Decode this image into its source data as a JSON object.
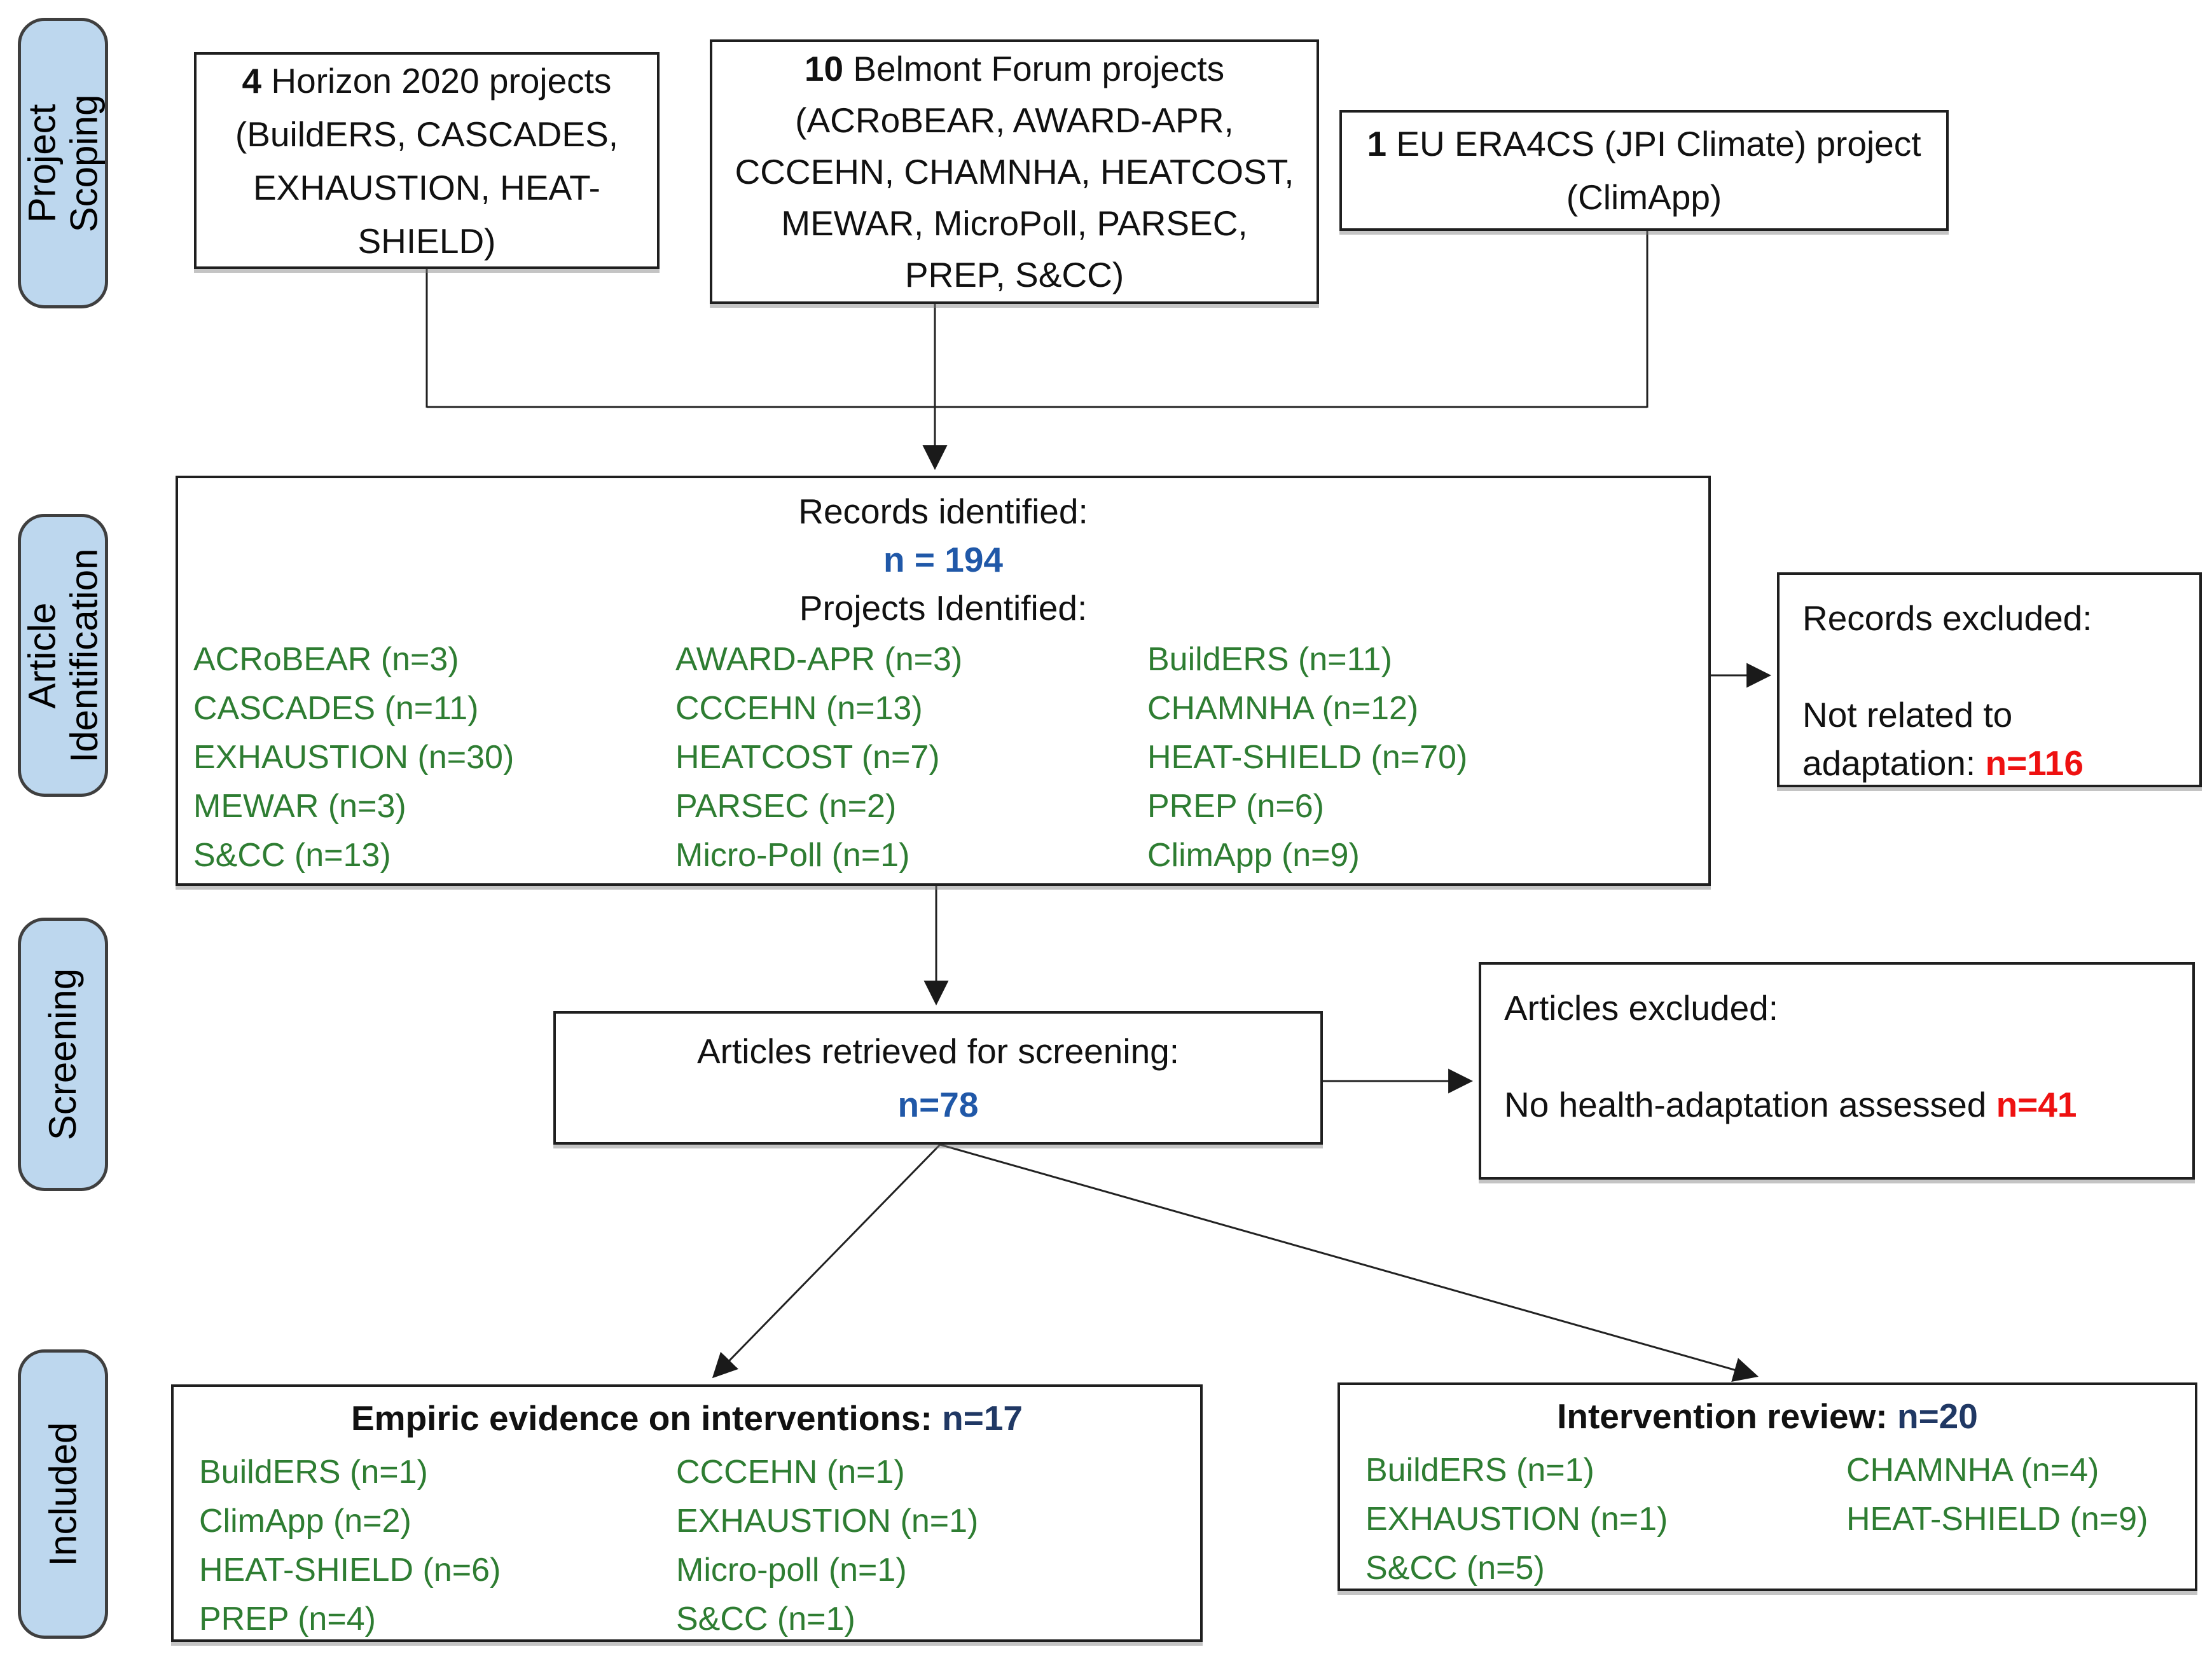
{
  "colors": {
    "green": "#2e7d32",
    "blue": "#2058a8",
    "navy": "#203864",
    "red": "#ee1111",
    "stage_fill": "#bdd7ee",
    "line": "#222222"
  },
  "sidebar": {
    "stages": [
      {
        "label": "Project\nScoping"
      },
      {
        "label": "Article\nIdentification"
      },
      {
        "label": "Screening"
      },
      {
        "label": "Included"
      }
    ]
  },
  "scoping": {
    "horizon": {
      "count": "4",
      "text": " Horizon 2020 projects (BuildERS, CASCADES, EXHAUSTION, HEAT-SHIELD)"
    },
    "belmont": {
      "count": "10",
      "text": " Belmont Forum projects (ACRoBEAR, AWARD-APR, CCCEHN, CHAMNHA, HEATCOST, MEWAR, MicroPoll, PARSEC, PREP, S&CC)"
    },
    "era4cs": {
      "count": "1",
      "text": " EU ERA4CS (JPI Climate) project (ClimApp)"
    }
  },
  "identification": {
    "records_label": "Records identified:",
    "records_n": "n = 194",
    "projects_label": "Projects Identified:",
    "columns": [
      [
        "ACRoBEAR (n=3)",
        "CASCADES (n=11)",
        "EXHAUSTION (n=30)",
        "MEWAR (n=3)",
        "S&CC (n=13)"
      ],
      [
        "AWARD-APR (n=3)",
        "CCCEHN (n=13)",
        "HEATCOST (n=7)",
        "PARSEC (n=2)",
        "Micro-Poll (n=1)"
      ],
      [
        "BuildERS (n=11)",
        "CHAMNHA (n=12)",
        "HEAT-SHIELD (n=70)",
        "PREP (n=6)",
        "ClimApp (n=9)"
      ]
    ],
    "excluded": {
      "title": "Records excluded:",
      "reason": "Not related to adaptation: ",
      "n": "n=116"
    }
  },
  "screening": {
    "retrieved_label": "Articles retrieved for screening:",
    "retrieved_n": "n=78",
    "excluded": {
      "title": "Articles excluded:",
      "reason": "No health-adaptation assessed ",
      "n": "n=41"
    }
  },
  "included": {
    "empiric": {
      "title": "Empiric evidence on interventions: ",
      "n": "n=17",
      "columns": [
        [
          "BuildERS (n=1)",
          "ClimApp (n=2)",
          "HEAT-SHIELD (n=6)",
          "PREP (n=4)"
        ],
        [
          "CCCEHN (n=1)",
          "EXHAUSTION (n=1)",
          "Micro-poll (n=1)",
          "S&CC (n=1)"
        ]
      ]
    },
    "review": {
      "title": "Intervention review: ",
      "n": "n=20",
      "columns": [
        [
          "BuildERS (n=1)",
          "EXHAUSTION (n=1)",
          "S&CC (n=5)"
        ],
        [
          "CHAMNHA (n=4)",
          "HEAT-SHIELD (n=9)"
        ]
      ]
    }
  }
}
